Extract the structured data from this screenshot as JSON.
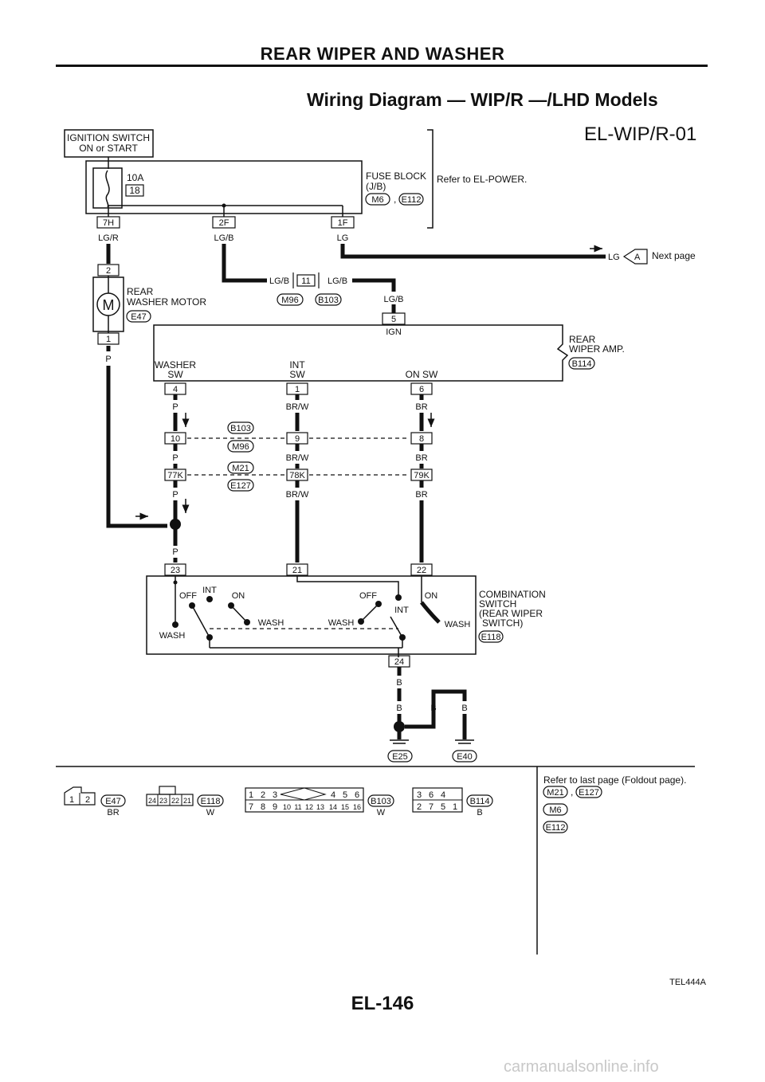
{
  "page": {
    "header": "REAR WIPER AND WASHER",
    "title": "Wiring Diagram — WIP/R —/LHD Models",
    "page_code": "EL-146",
    "figure_code": "TEL444A",
    "diagram_code": "EL-WIP/R-01",
    "watermark": "carmanualsonline.info"
  },
  "ignition": {
    "line1": "IGNITION SWITCH",
    "line2": "ON or START"
  },
  "fuse": {
    "amp": "10A",
    "number": "18",
    "block_line1": "FUSE BLOCK",
    "block_line2": "(J/B)",
    "conn1": "M6",
    "conn2": "E112",
    "comma": ",",
    "refer": "Refer to EL-POWER.",
    "term_7h": "7H",
    "term_2f": "2F",
    "term_1f": "1F"
  },
  "wires": {
    "lgr": "LG/R",
    "lgb": "LG/B",
    "lg": "LG",
    "p": "P",
    "brw": "BR/W",
    "br": "BR",
    "b": "B"
  },
  "next": {
    "wire": "LG",
    "marker": "A",
    "label": "Next page"
  },
  "motor": {
    "line1": "REAR",
    "line2": "WASHER MOTOR",
    "conn": "E47",
    "pin_top": "2",
    "pin_bottom": "1",
    "symbol": "M"
  },
  "junction_11": {
    "pin": "11",
    "conn1": "M96",
    "conn2": "B103"
  },
  "amp": {
    "line1": "REAR",
    "line2": "WIPER AMP.",
    "conn": "B114",
    "ign_pin": "5",
    "ign_label": "IGN",
    "washer_sw1": "WASHER",
    "washer_sw2": "SW",
    "int_sw1": "INT",
    "int_sw2": "SW",
    "on_sw": "ON SW",
    "pin_washer": "4",
    "pin_int": "1",
    "pin_on": "6"
  },
  "conn_b103": {
    "label1": "B103",
    "label2": "M96",
    "pin1": "10",
    "pin2": "9",
    "pin3": "8"
  },
  "conn_m21": {
    "label1": "M21",
    "label2": "E127",
    "pin1": "77K",
    "pin2": "78K",
    "pin3": "79K"
  },
  "combo": {
    "line1": "COMBINATION",
    "line2": "SWITCH",
    "line3": "(REAR WIPER",
    "line4": "SWITCH)",
    "conn": "E118",
    "pin_23": "23",
    "pin_21": "21",
    "pin_22": "22",
    "pin_24": "24",
    "off": "OFF",
    "int": "INT",
    "on": "ON",
    "wash": "WASH"
  },
  "ground": {
    "g1": "E25",
    "g2": "E40"
  },
  "legend": {
    "e47_pins": [
      "1",
      "2"
    ],
    "e47_label": "E47",
    "e47_color": "BR",
    "e118_pins": [
      "24",
      "23",
      "22",
      "21"
    ],
    "e118_label": "E118",
    "e118_color": "W",
    "b103_row1": [
      "1",
      "2",
      "3",
      "4",
      "5",
      "6"
    ],
    "b103_row2": [
      "7",
      "8",
      "9",
      "10",
      "11",
      "12",
      "13",
      "14",
      "15",
      "16"
    ],
    "b103_label": "B103",
    "b103_color": "W",
    "b114_row1": [
      "3",
      "6",
      "4"
    ],
    "b114_row2": [
      "2",
      "7",
      "5",
      "1"
    ],
    "b114_label": "B114",
    "b114_color": "B",
    "refer": "Refer to last page (Foldout page).",
    "ref_conn1": "M21",
    "ref_conn2": "E127",
    "ref_conn3": "M6",
    "ref_conn4": "E112",
    "comma": ","
  }
}
